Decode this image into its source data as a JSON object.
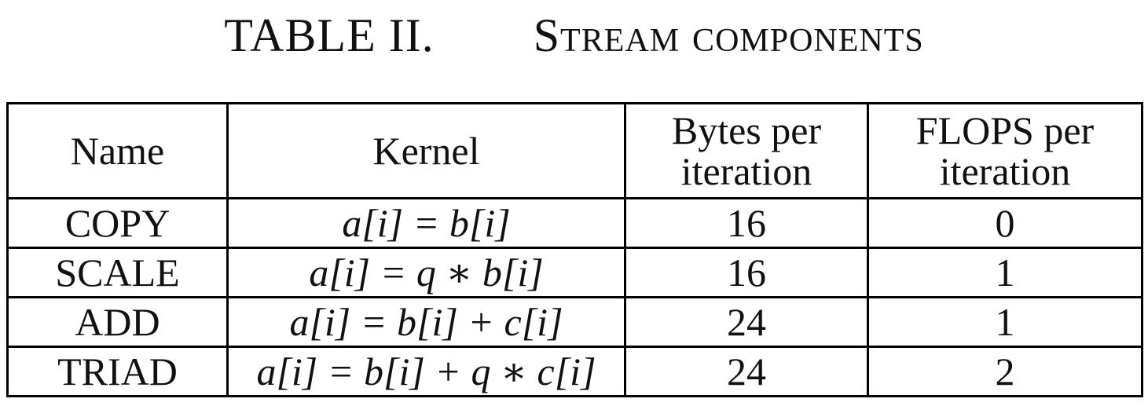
{
  "caption": {
    "label": "TABLE II.",
    "title": "Stream components"
  },
  "table": {
    "headers": [
      "Name",
      "Kernel",
      "Bytes per\niteration",
      "FLOPS per\niteration"
    ],
    "rows": [
      {
        "name": "COPY",
        "kernel": "a[i] = b[i]",
        "bytes": "16",
        "flops": "0"
      },
      {
        "name": "SCALE",
        "kernel": "a[i] = q ∗ b[i]",
        "bytes": "16",
        "flops": "1"
      },
      {
        "name": "ADD",
        "kernel": "a[i] = b[i] + c[i]",
        "bytes": "24",
        "flops": "1"
      },
      {
        "name": "TRIAD",
        "kernel": "a[i] = b[i] + q ∗ c[i]",
        "bytes": "24",
        "flops": "2"
      }
    ]
  }
}
